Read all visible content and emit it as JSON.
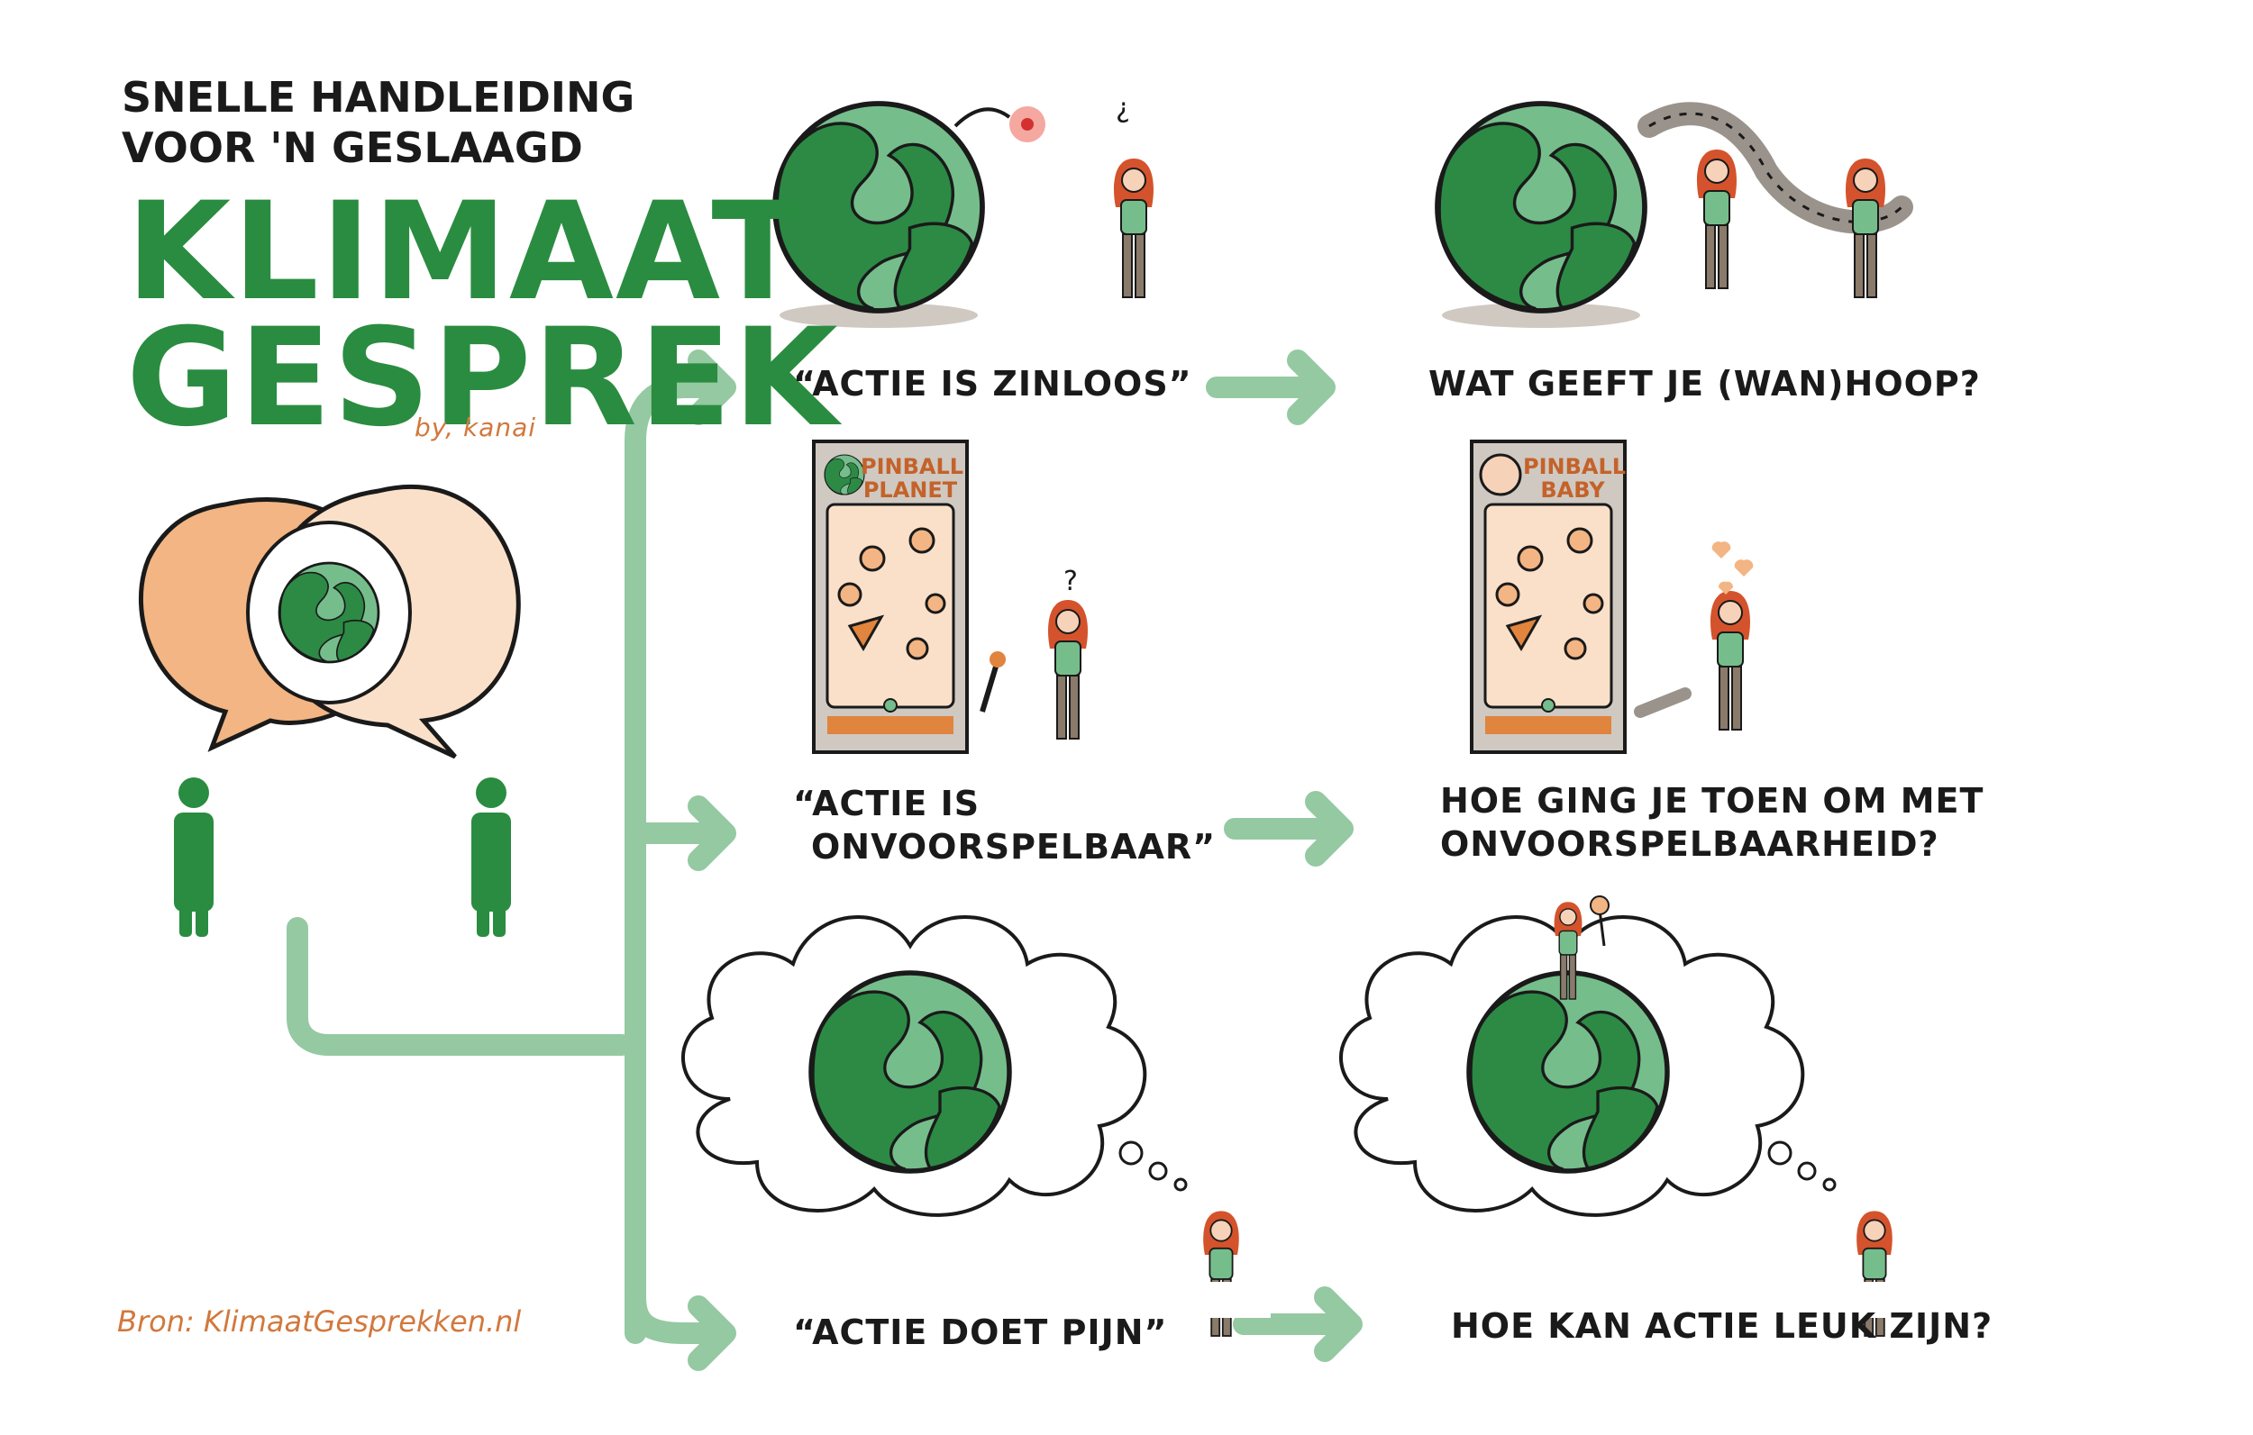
{
  "header": {
    "subtitle_line1": "SNELLE HANDLEIDING",
    "subtitle_line2": "VOOR 'N GESLAAGD",
    "title_line1": "KLIMAAT",
    "title_line2": "GESPREK",
    "byline": "by, kanai"
  },
  "source": "Bron: KlimaatGesprekken.nl",
  "rows": [
    {
      "statement": "“ACTIE IS ZINLOOS”",
      "question": "WAT GEEFT JE (WAN)HOOP?"
    },
    {
      "statement_line1": "“ACTIE IS",
      "statement_line2": "ONVOORSPELBAAR”",
      "question_line1": "HOE GING JE TOEN OM MET",
      "question_line2": "ONVOORSPELBAARHEID?",
      "pinball_left_line1": "PINBALL",
      "pinball_left_line2": "PLANET",
      "pinball_right_line1": "PINBALL",
      "pinball_right_line2": "BABY"
    },
    {
      "statement": "“ACTIE DOET PIJN”",
      "question": "HOE KAN ACTIE LEUK ZIJN?"
    }
  ],
  "colors": {
    "brand_green": "#2a8c40",
    "arrow_green": "#94c9a2",
    "globe_light": "#76bd8c",
    "globe_dark": "#2c8a45",
    "orange": "#f2b583",
    "orange_light": "#fbe0c9",
    "accent_orange": "#d2783c"
  },
  "icons": [
    "globe-icon",
    "bomb-icon",
    "rope-icon",
    "pinball-machine-icon",
    "person-icon",
    "thought-cloud-icon",
    "speech-bubble-icon",
    "heart-icon",
    "flower-icon"
  ]
}
